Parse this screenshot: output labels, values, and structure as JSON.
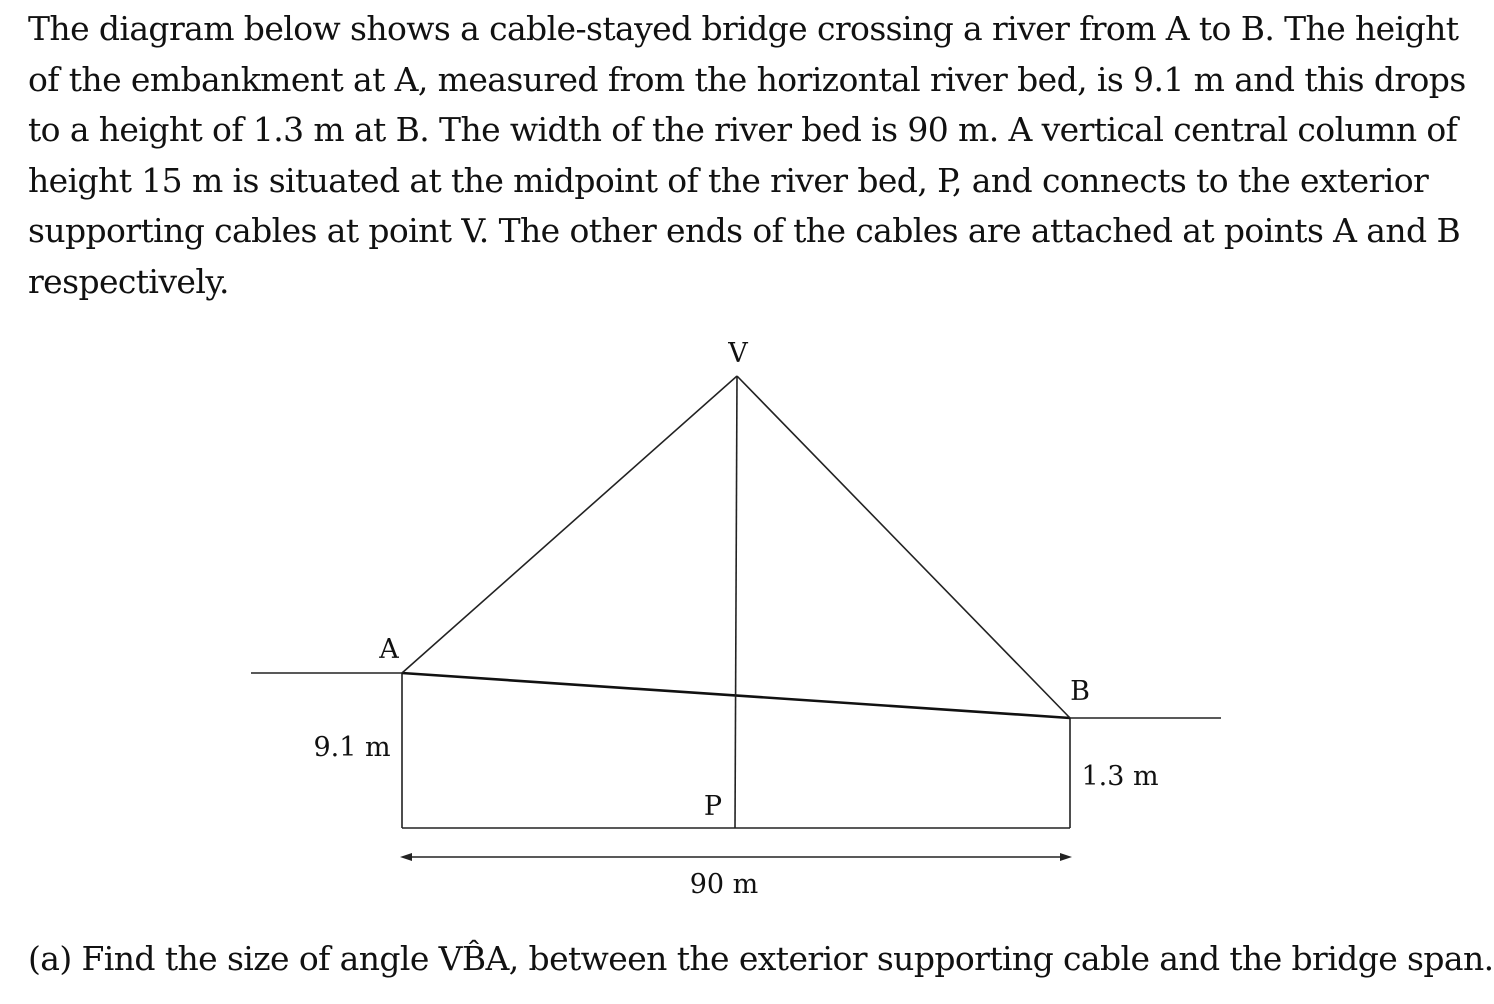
{
  "problem": {
    "intro_lines": [
      "The diagram below shows a cable-stayed bridge crossing a river from A to B.  The height",
      "of the embankment at A, measured from the horizontal river bed, is 9.1 m and this drops",
      "to a height of  1.3 m at B.  The width of the river bed is 90 m.  A vertical central column of",
      "height 15 m is situated at the midpoint of the river bed, P, and connects to the exterior",
      "supporting cables at point V.  The other ends of the cables are attached at points A and B",
      "respectively."
    ],
    "question": "(a) Find the size of angle VB̂A, between the exterior supporting cable and the bridge span."
  },
  "diagram": {
    "labels": {
      "v": "V",
      "a": "A",
      "b": "B",
      "p": "P",
      "height_a": "9.1 m",
      "height_b": "1.3 m",
      "width": "90 m"
    }
  }
}
